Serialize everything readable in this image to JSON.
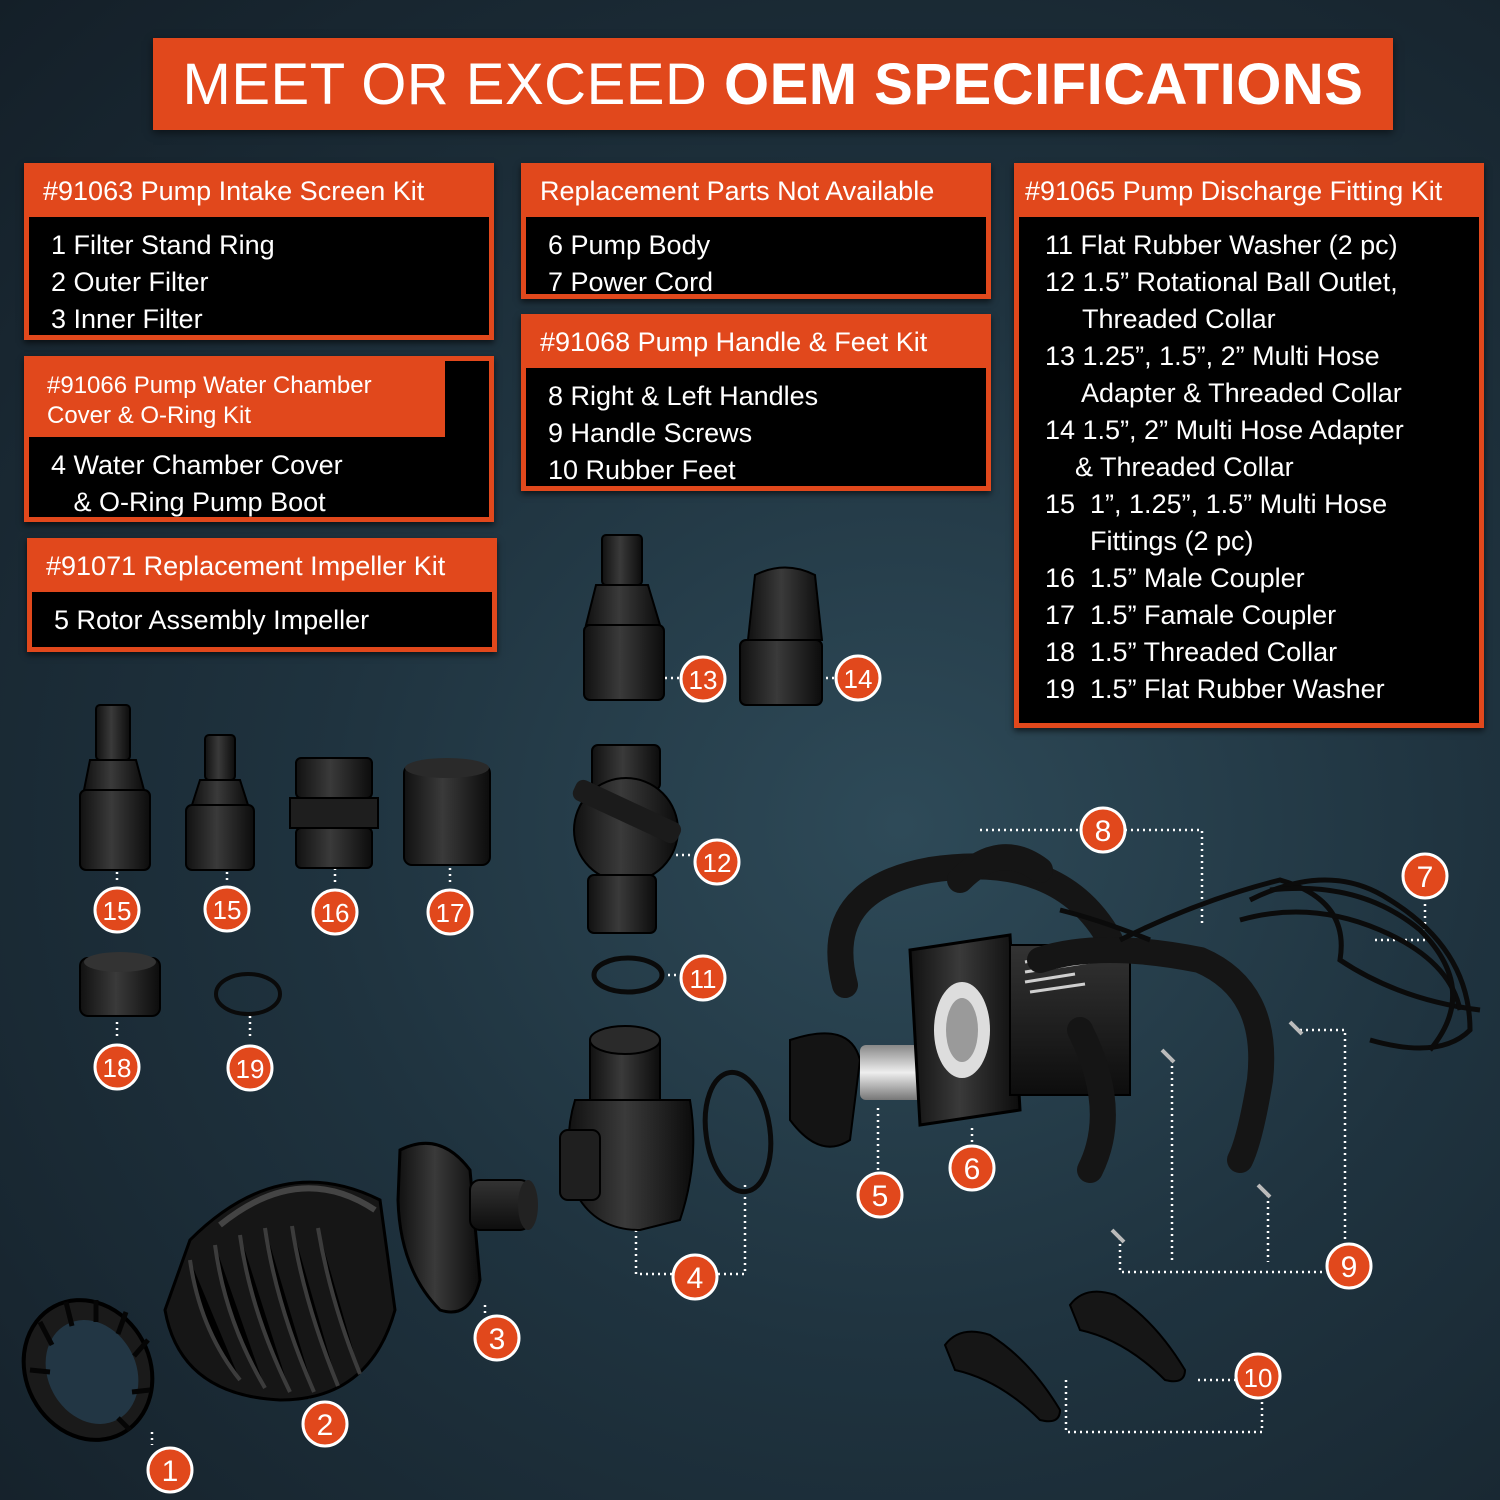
{
  "banner": {
    "title_light": "MEET OR EXCEED",
    "title_bold": "OEM SPECIFICATIONS"
  },
  "colors": {
    "accent": "#e1481c",
    "background": "#1f333f",
    "box_fill": "#000000",
    "text": "#ffffff"
  },
  "kits": {
    "intake_screen": {
      "header": "#91063 Pump Intake Screen Kit",
      "items": [
        "1 Filter Stand Ring",
        "2 Outer Filter",
        "3 Inner Filter"
      ]
    },
    "water_chamber": {
      "header": "#91066 Pump Water Chamber Cover & O-Ring Kit",
      "items": [
        "4 Water Chamber Cover",
        "   & O-Ring Pump Boot"
      ]
    },
    "impeller": {
      "header": "#91071 Replacement Impeller Kit",
      "items": [
        "5 Rotor Assembly Impeller"
      ]
    },
    "not_available": {
      "header": "Replacement Parts Not Available",
      "items": [
        "6 Pump Body",
        "7 Power Cord"
      ]
    },
    "handle_feet": {
      "header": "#91068 Pump Handle & Feet Kit",
      "items": [
        "8 Right & Left Handles",
        "9 Handle Screws",
        "10 Rubber Feet"
      ]
    },
    "discharge": {
      "header": "#91065 Pump Discharge Fitting Kit",
      "items": [
        "11 Flat Rubber Washer (2 pc)",
        "12 1.5” Rotational Ball Outlet,",
        "     Threaded Collar",
        "13 1.25”, 1.5”, 2” Multi Hose",
        "     Adapter & Threaded Collar",
        "14 1.5”, 2” Multi Hose Adapter",
        "    & Threaded Collar",
        "15  1”, 1.25”, 1.5” Multi Hose",
        "      Fittings (2 pc)",
        "16  1.5” Male Coupler",
        "17  1.5” Famale Coupler",
        "18  1.5” Threaded Collar",
        "19  1.5” Flat Rubber Washer"
      ]
    }
  },
  "callouts": [
    "1",
    "2",
    "3",
    "4",
    "5",
    "6",
    "7",
    "8",
    "9",
    "10",
    "11",
    "12",
    "13",
    "14",
    "15",
    "15",
    "16",
    "17",
    "18",
    "19"
  ]
}
